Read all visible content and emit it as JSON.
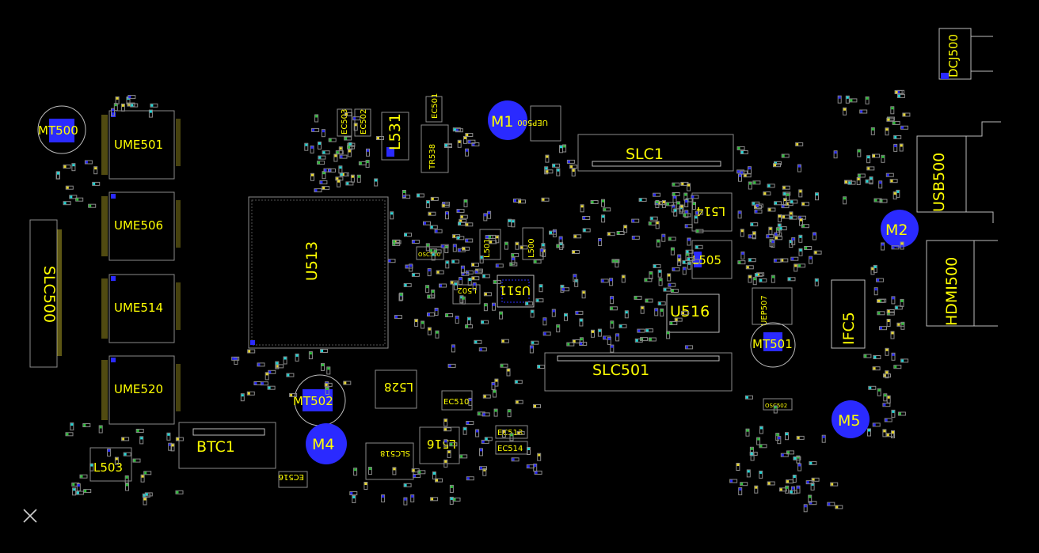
{
  "colors": {
    "background": "#000000",
    "label": "#ffff00",
    "pad": "#2a2aff",
    "outline": "#8a8a8a"
  },
  "close_icon": "close-icon",
  "components": {
    "mt500": "MT500",
    "ume501": "UME501",
    "ume506": "UME506",
    "ume514": "UME514",
    "ume520": "UME520",
    "slc500": "SLC500",
    "u513": "U513",
    "l531": "L531",
    "ec503": "EC503",
    "ec502": "EC502",
    "ec501": "EC501",
    "tr538": "TR538",
    "m1": "M1",
    "uep500": "UEP500",
    "slc1": "SLC1",
    "dcj500": "DCJ500",
    "usb500": "USB500",
    "m2": "M2",
    "hdmi500": "HDMI500",
    "ifc5": "IFC5",
    "l514": "L514",
    "l505": "L505",
    "u516": "U516",
    "mt501": "MT501",
    "uep507": "UEP507",
    "slc501": "SLC501",
    "l501": "L501",
    "l500": "L500",
    "u511": "U511",
    "l502": "L502",
    "m5": "M5",
    "mt502": "MT502",
    "m4": "M4",
    "l528": "L528",
    "l516": "L516",
    "ec510": "EC510",
    "ec513": "EC513",
    "ec514": "EC514",
    "btc1": "BTC1",
    "l503": "L503",
    "osc502": "OSC502",
    "osc500": "OSC500",
    "slc518": "SLC518",
    "ec516": "EC516"
  }
}
